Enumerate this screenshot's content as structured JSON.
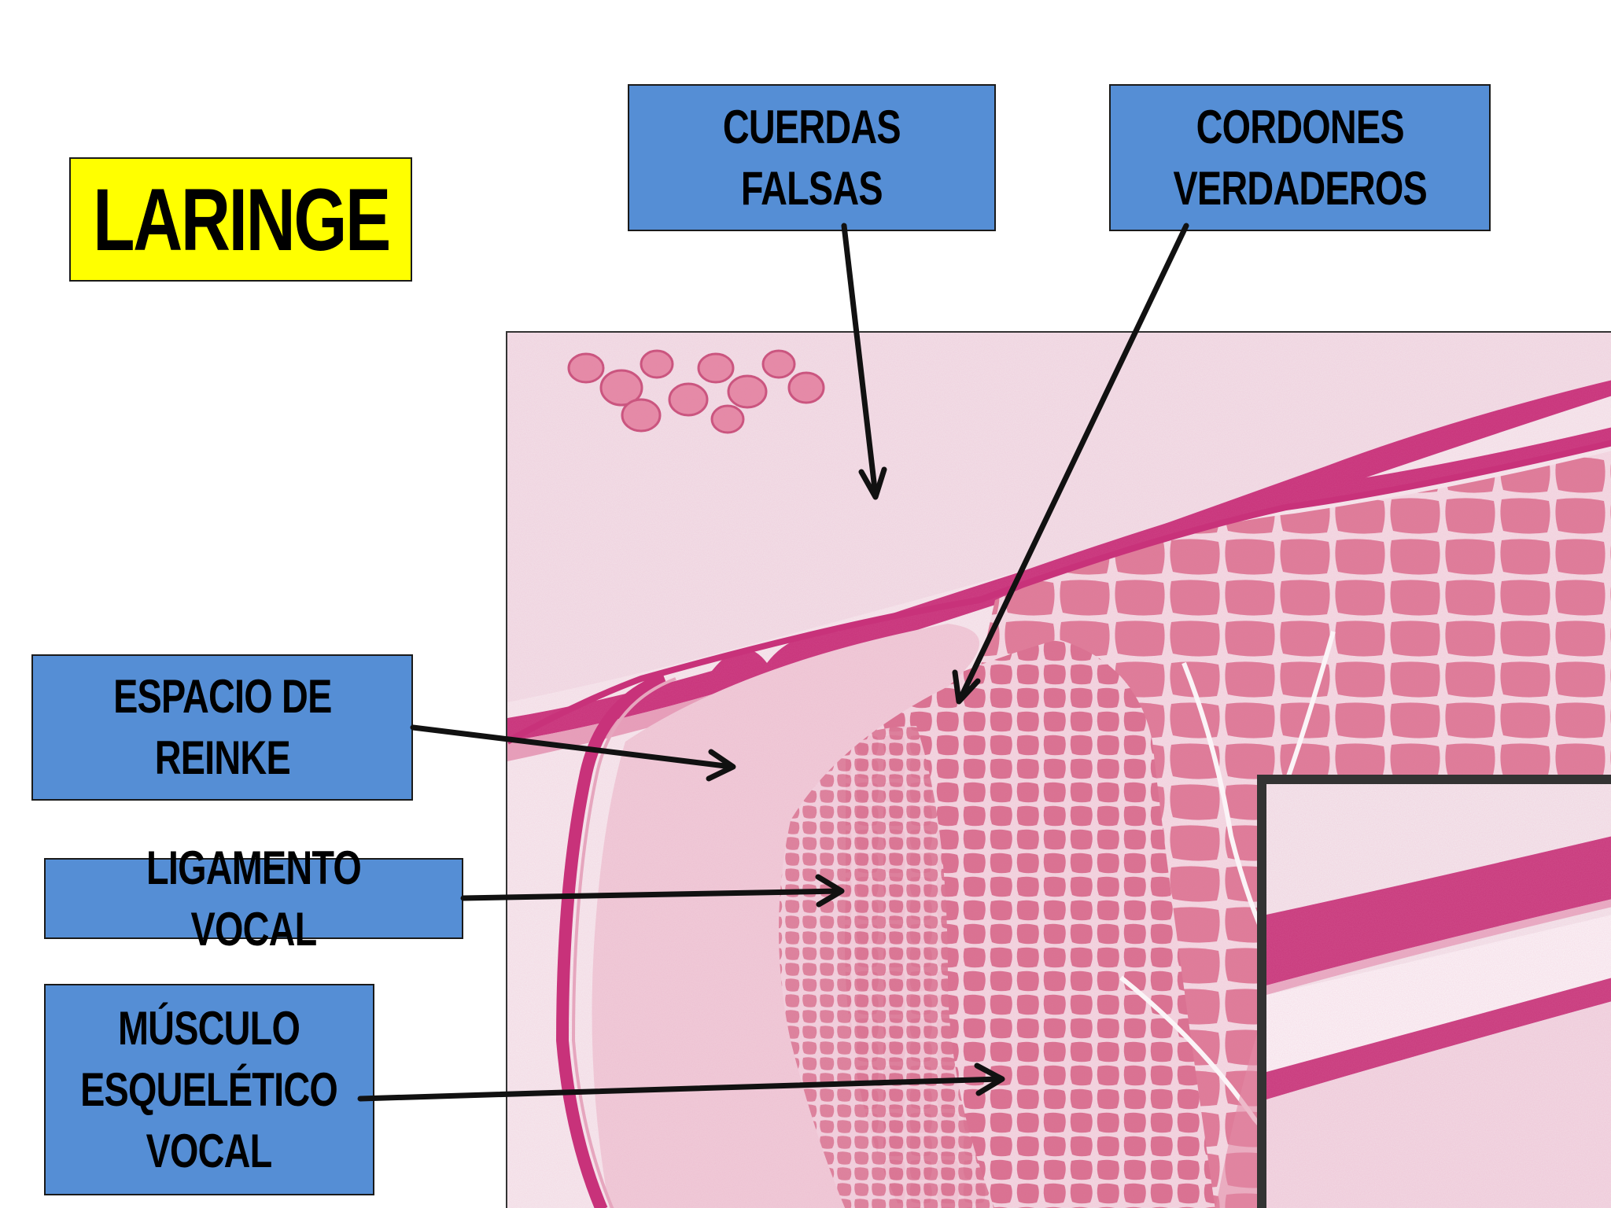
{
  "title": "LARINGE",
  "labels": {
    "cuerdas_falsas": "CUERDAS\nFALSAS",
    "cordones_verdaderos": "CORDONES\nVERDADEROS",
    "espacio_reinke": "ESPACIO DE\nREINKE",
    "ligamento_vocal": "LIGAMENTO VOCAL",
    "musculo_esqueletico": "MÚSCULO\nESQUELÉTICO\nVOCAL"
  },
  "colors": {
    "title_bg": "#ffff00",
    "label_bg": "#558ed5",
    "tissue_light": "#f7eef2",
    "tissue_pink": "#e8a4bb",
    "epithelium": "#c8327a",
    "muscle": "#dd7493",
    "arrow": "#111111"
  }
}
